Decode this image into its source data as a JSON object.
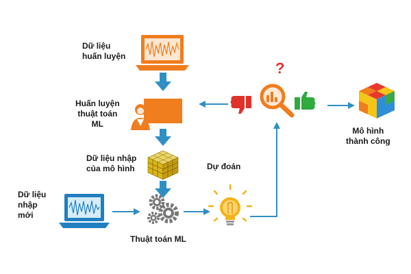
{
  "labels": {
    "training_data": [
      "Dữ liệu",
      "huấn luyện"
    ],
    "train_algorithm": [
      "Huấn luyện",
      "thuật toán",
      "ML"
    ],
    "model_input": [
      "Dữ liệu nhập",
      "của mô hình"
    ],
    "new_input": [
      "Dữ liệu",
      "nhập",
      "mới"
    ],
    "ml_algorithm": "Thuật toán ML",
    "prediction": "Dự đoán",
    "success_model": [
      "Mô hình",
      "thành công"
    ],
    "question_mark": "?"
  },
  "icons": {
    "laptop_top": "laptop-waveform-icon",
    "presenter": "presenter-board-icon",
    "cube": "data-cube-icon",
    "laptop_bottom": "laptop-waveform-icon",
    "gears": "gears-icon",
    "bulb": "light-bulb-icon",
    "magnifier": "magnifier-icon",
    "thumb_down": "thumbs-down-icon",
    "thumb_up": "thumbs-up-icon",
    "model_cube": "colored-cube-icon"
  },
  "colors": {
    "arrow": "#2f8fc4",
    "orange": "#f07d1e",
    "laptop_bottom": "#1f7fc0",
    "cube_yellow": "#d8b51a",
    "gear": "#777777",
    "bulb": "#f5b21a",
    "thumb_down": "#e0322a",
    "thumb_up": "#2eaa3e",
    "question": "#e0322a"
  }
}
